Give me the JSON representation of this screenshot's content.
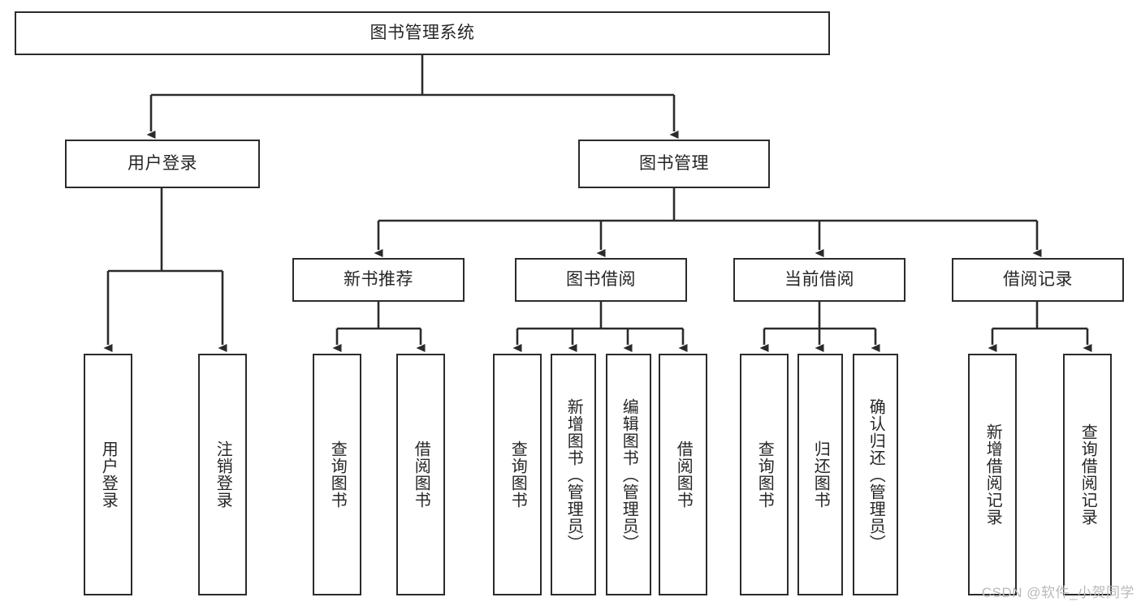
{
  "diagram": {
    "title": "图书管理系统",
    "type": "tree-hierarchy",
    "watermark": "CSDN @软件_小贺同学",
    "colors": {
      "box_border": "#2b2b2b",
      "box_fill": "#ffffff",
      "text": "#262626",
      "edge": "#2b2b2b",
      "watermark": "#b9b9b9",
      "background": "#ffffff"
    },
    "nodes": {
      "root": {
        "label": "图书管理系统"
      },
      "level2": [
        {
          "id": "user-login",
          "label": "用户登录"
        },
        {
          "id": "book-manage",
          "label": "图书管理"
        }
      ],
      "level3": [
        {
          "id": "new-book-rec",
          "label": "新书推荐"
        },
        {
          "id": "book-borrow",
          "label": "图书借阅"
        },
        {
          "id": "current-borrow",
          "label": "当前借阅"
        },
        {
          "id": "borrow-record",
          "label": "借阅记录"
        }
      ],
      "leaves": {
        "user-login": [
          {
            "id": "leaf-user-login",
            "label": "用户登录"
          },
          {
            "id": "leaf-logout",
            "label": "注销登录"
          }
        ],
        "new-book-rec": [
          {
            "id": "leaf-query-book-1",
            "label": "查询图书"
          },
          {
            "id": "leaf-borrow-book-1",
            "label": "借阅图书"
          }
        ],
        "book-borrow": [
          {
            "id": "leaf-query-book-2",
            "label": "查询图书"
          },
          {
            "id": "leaf-add-book",
            "label": "新增图书（管理员）"
          },
          {
            "id": "leaf-edit-book",
            "label": "编辑图书（管理员）"
          },
          {
            "id": "leaf-borrow-book-2",
            "label": "借阅图书"
          }
        ],
        "current-borrow": [
          {
            "id": "leaf-query-book-3",
            "label": "查询图书"
          },
          {
            "id": "leaf-return-book",
            "label": "归还图书"
          },
          {
            "id": "leaf-confirm-return",
            "label": "确认归还（管理员）"
          }
        ],
        "borrow-record": [
          {
            "id": "leaf-add-record",
            "label": "新增借阅记录"
          },
          {
            "id": "leaf-query-record",
            "label": "查询借阅记录"
          }
        ]
      }
    }
  }
}
